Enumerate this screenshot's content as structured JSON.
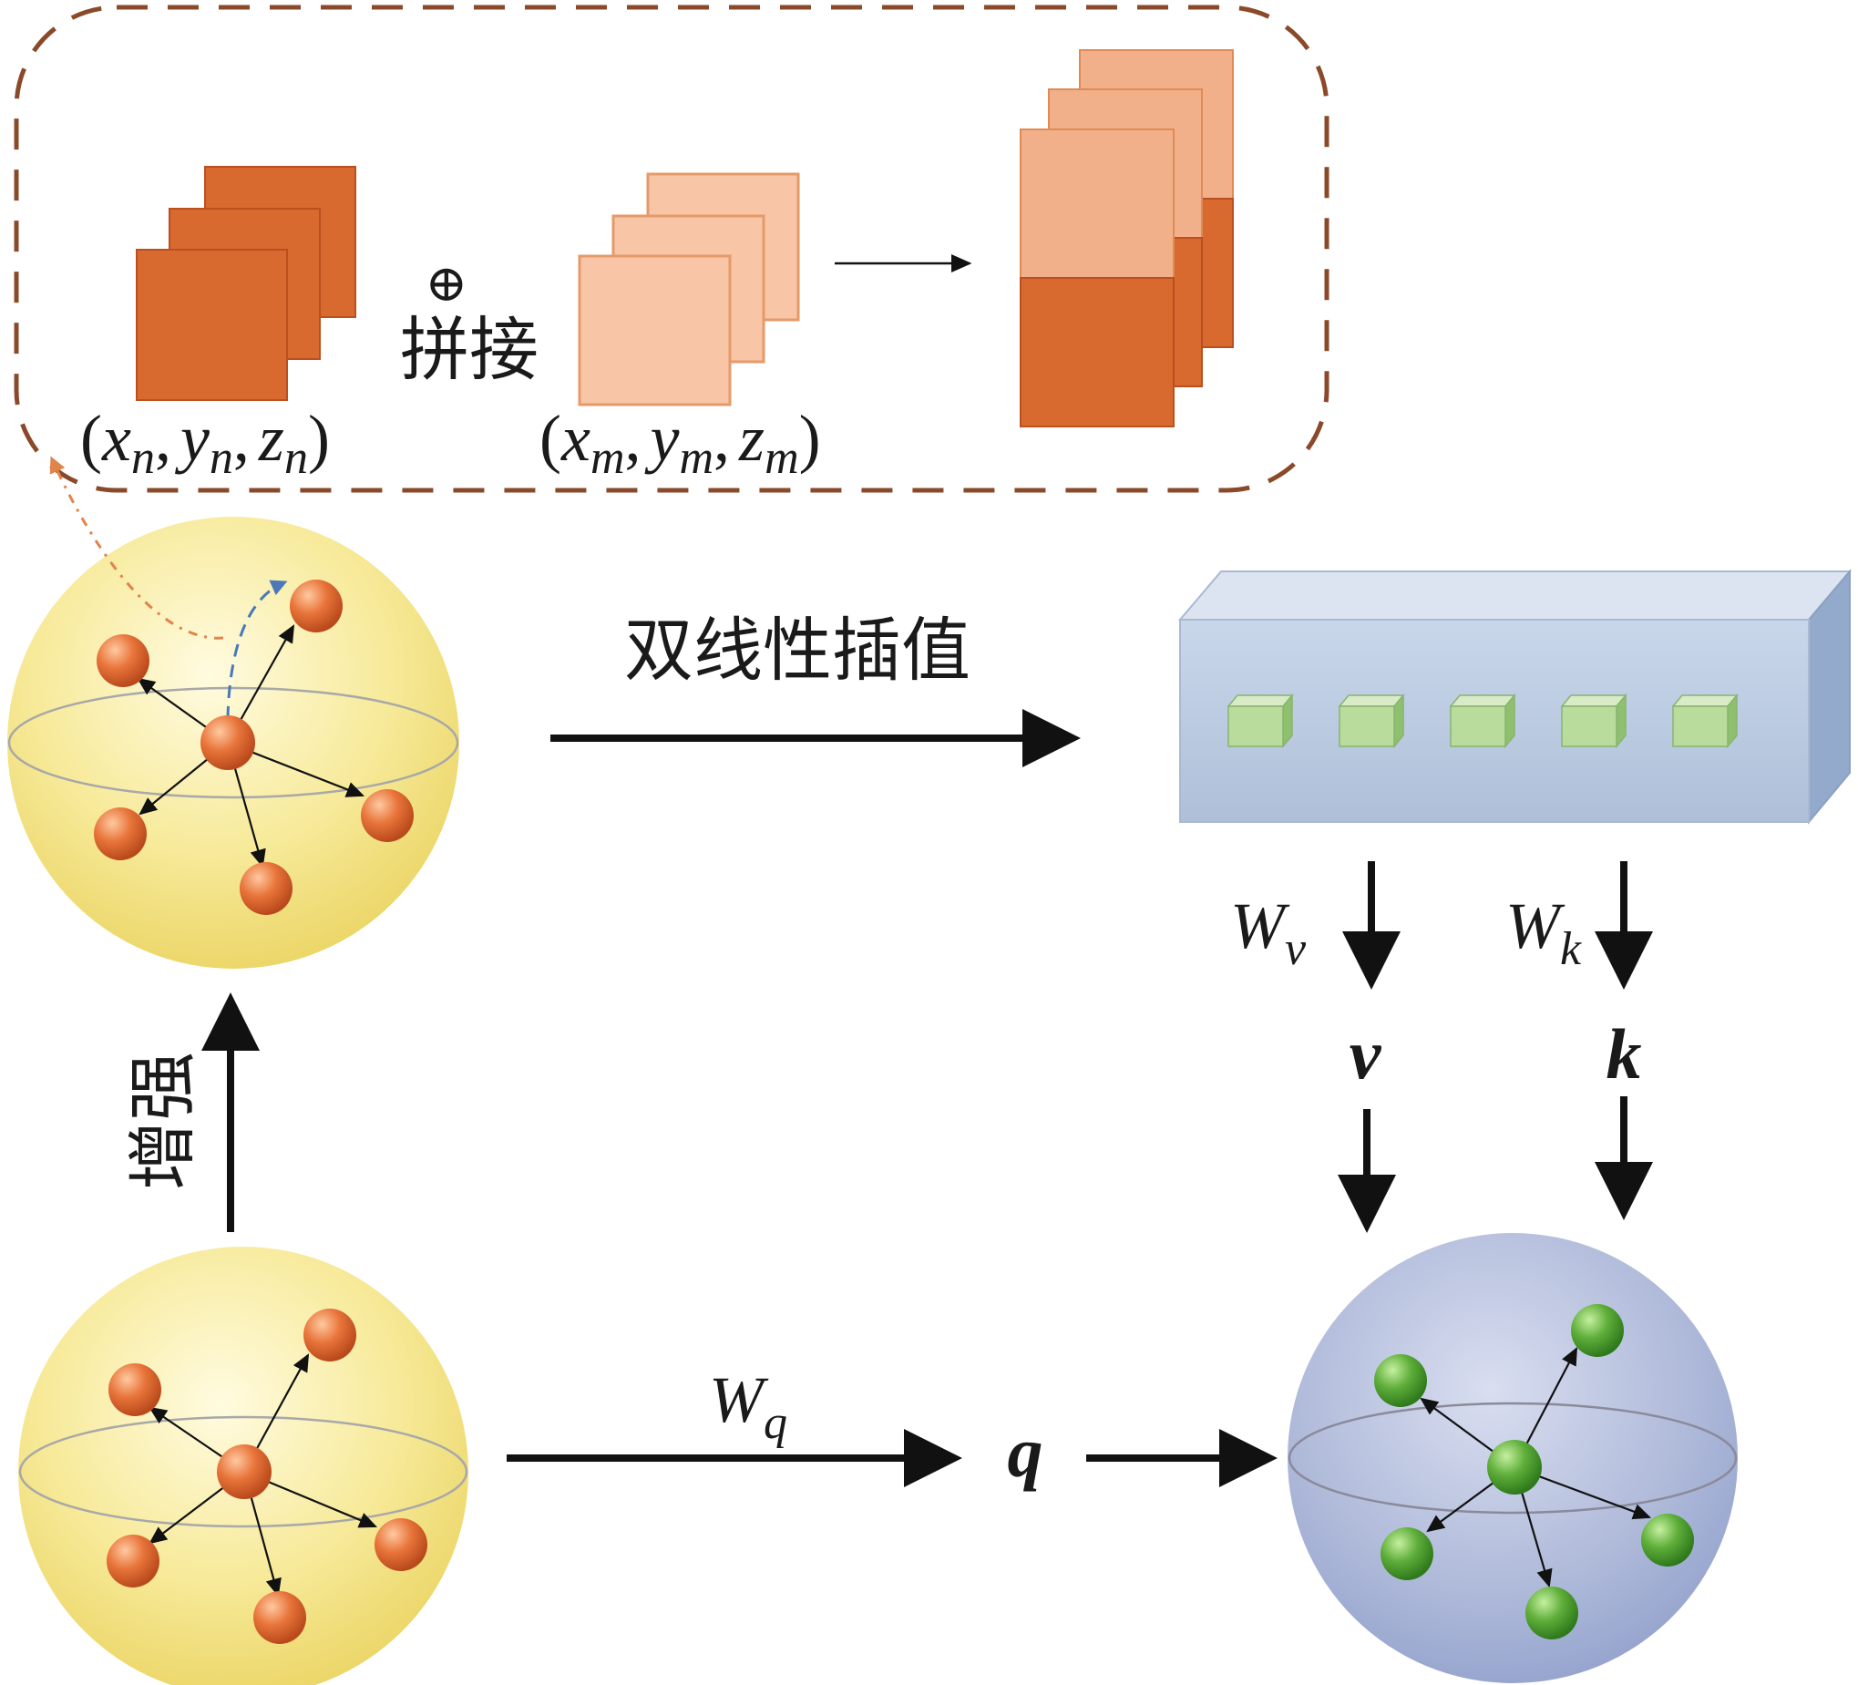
{
  "concat_box": {
    "concat_symbol": "⊕",
    "concat_label": "拼接",
    "coord_n": {
      "open": "(",
      "x": "x",
      "y": "y",
      "z": "z",
      "sub": "n",
      "comma": ",",
      "close": ")"
    },
    "coord_m": {
      "open": "(",
      "x": "x",
      "y": "y",
      "z": "z",
      "sub": "m",
      "comma": ",",
      "close": ")"
    }
  },
  "labels": {
    "interpolation": "双线性插值",
    "enhance": "增强",
    "wv_main": "W",
    "wv_sub": "v",
    "wk_main": "W",
    "wk_sub": "k",
    "wq_main": "W",
    "wq_sub": "q",
    "v": "v",
    "k": "k",
    "q": "q"
  },
  "colors": {
    "dark_orange": "#d8692f",
    "light_orange": "#f8c6a6",
    "mid_orange": "#f2b08a",
    "sphere_yellow": "#f7e88a",
    "sphere_blue": "#aab6d8",
    "green_node": "#5aa33a",
    "box_blue": "#bccbe0",
    "dashed_border": "#8a4a2a"
  }
}
